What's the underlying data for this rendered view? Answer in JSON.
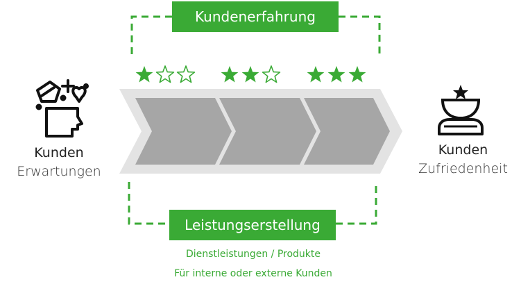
{
  "top_label": "Kundenerfahrung",
  "bottom_label": "Leistungserstellung",
  "left": {
    "title": "Kunden",
    "subtitle": "Erwartungen",
    "icon": "customer-expectations-icon"
  },
  "right": {
    "title": "Kunden",
    "subtitle": "Zufriedenheit",
    "icon": "satisfied-customer-icon"
  },
  "stages": [
    {
      "stars_filled": 1,
      "stars_total": 3
    },
    {
      "stars_filled": 2,
      "stars_total": 3
    },
    {
      "stars_filled": 3,
      "stars_total": 3
    }
  ],
  "bottom_lines": [
    "Dienstleistungen / Produkte",
    "Für interne oder externe Kunden"
  ],
  "colors": {
    "green": "#3aaa35",
    "arrow_outer": "#e3e3e3",
    "chevron": "#a6a6a6",
    "icon": "#111111"
  }
}
